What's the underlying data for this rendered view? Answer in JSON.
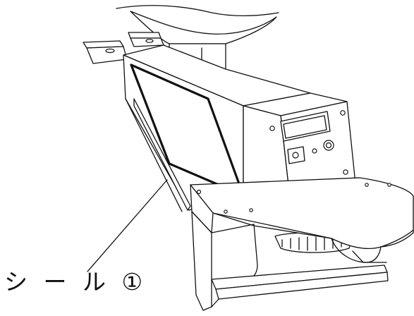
{
  "callout": {
    "label": "シ ー ル ①"
  },
  "colors": {
    "line": "#111111",
    "background": "#ffffff"
  },
  "icons": [
    "display-window",
    "toggle-switch",
    "knob"
  ]
}
